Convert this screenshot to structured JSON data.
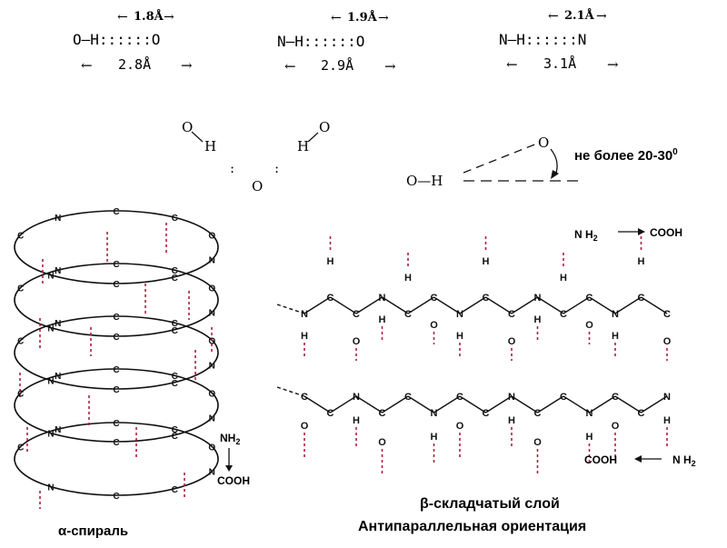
{
  "bonds": [
    {
      "short_len": "1.8Å",
      "formula": "O—H::::::O",
      "long_len": "2.8Å"
    },
    {
      "short_len": "1.9Å",
      "formula": "N—H::::::O",
      "long_len": "2.9Å"
    },
    {
      "short_len": "2.1Å",
      "formula": "N—H::::::N",
      "long_len": "3.1Å"
    }
  ],
  "arrow_left": "←",
  "arrow_right": "→",
  "water": {
    "o": "O",
    "h": "H",
    "colon": ":"
  },
  "angle": {
    "oh": "O—H",
    "o": "O",
    "label": "не более 20-30",
    "sup": "0"
  },
  "atoms": {
    "c": "C",
    "n": "N",
    "o": "O",
    "h": "H"
  },
  "alpha": {
    "nh2": "NH",
    "sub2": "2",
    "cooh": "COOH",
    "label": "α-спираль"
  },
  "beta": {
    "top_nh2": "N H",
    "top_sub": "2",
    "top_cooh": "COOH",
    "bot_cooh": "COOH",
    "bot_nh2": "N H",
    "bot_sub": "2",
    "label1": "β-складчатый слой",
    "label2": "Антипараллельная ориентация"
  },
  "colors": {
    "hbond": "#b01e3c",
    "ink": "#111111"
  }
}
